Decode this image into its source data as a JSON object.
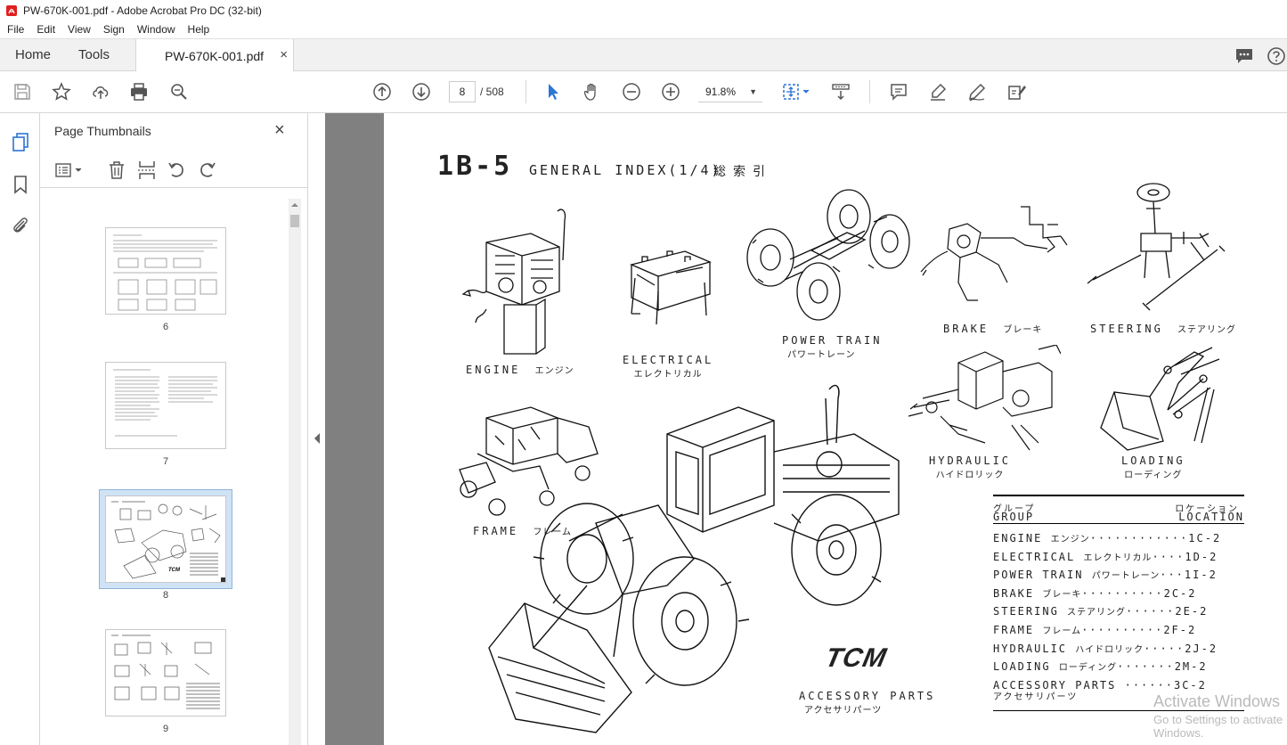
{
  "window": {
    "title": "PW-670K-001.pdf - Adobe Acrobat Pro DC (32-bit)"
  },
  "menu": [
    "File",
    "Edit",
    "View",
    "Sign",
    "Window",
    "Help"
  ],
  "tabs": {
    "home": "Home",
    "tools": "Tools",
    "document": "PW-670K-001.pdf",
    "close_glyph": "×"
  },
  "toolbar": {
    "current_page": "8",
    "total_pages": "/ 508",
    "zoom": "91.8%",
    "icons": [
      "save-icon",
      "bookmark-star-icon",
      "upload-icon",
      "print-icon",
      "zoom-search-icon",
      "page-up-icon",
      "page-down-icon",
      "select-arrow-icon",
      "hand-icon",
      "zoom-out-icon",
      "zoom-in-icon",
      "fit-page-icon",
      "scroll-mode-icon",
      "comment-icon",
      "highlight-icon",
      "draw-icon",
      "fill-sign-icon"
    ]
  },
  "thumbnails": {
    "title": "Page Thumbnails",
    "close_glyph": "×",
    "pages": [
      {
        "label": "6",
        "selected": false
      },
      {
        "label": "7",
        "selected": false
      },
      {
        "label": "8",
        "selected": true
      },
      {
        "label": "9",
        "selected": false
      }
    ]
  },
  "document": {
    "title": "1B-5",
    "subtitle": "GENERAL INDEX(1/4)",
    "subtitle_jp": "総索引",
    "components": [
      {
        "en": "ENGINE",
        "jp": "エンジン"
      },
      {
        "en": "ELECTRICAL",
        "jp": "エレクトリカル"
      },
      {
        "en": "POWER TRAIN",
        "jp": "パワートレーン"
      },
      {
        "en": "BRAKE",
        "jp": "ブレーキ"
      },
      {
        "en": "STEERING",
        "jp": "ステアリング"
      },
      {
        "en": "FRAME",
        "jp": "フレーム"
      },
      {
        "en": "HYDRAULIC",
        "jp": "ハイドロリック"
      },
      {
        "en": "LOADING",
        "jp": "ローディング"
      },
      {
        "en": "ACCESSORY PARTS",
        "jp": "アクセサリパーツ"
      }
    ],
    "brand": "TCM",
    "index_table": {
      "group_jp": "グループ",
      "group_en": "GROUP",
      "location_jp": "ロケーション",
      "location_en": "LOCATION",
      "rows": [
        {
          "en": "ENGINE",
          "jp": "エンジン",
          "dots": "············",
          "loc": "1C-2"
        },
        {
          "en": "ELECTRICAL",
          "jp": "エレクトリカル",
          "dots": "····",
          "loc": "1D-2"
        },
        {
          "en": "POWER TRAIN",
          "jp": "パワートレーン",
          "dots": "···",
          "loc": "1I-2"
        },
        {
          "en": "BRAKE",
          "jp": "ブレーキ",
          "dots": "··········",
          "loc": "2C-2"
        },
        {
          "en": "STEERING",
          "jp": "ステアリング",
          "dots": "······",
          "loc": "2E-2"
        },
        {
          "en": "FRAME",
          "jp": "フレーム",
          "dots": "··········",
          "loc": "2F-2"
        },
        {
          "en": "HYDRAULIC",
          "jp": "ハイドロリック",
          "dots": "·····",
          "loc": "2J-2"
        },
        {
          "en": "LOADING",
          "jp": "ローディング",
          "dots": "·······",
          "loc": "2M-2"
        },
        {
          "en": "ACCESSORY PARTS",
          "jp": "アクセサリパーツ",
          "dots": "······",
          "loc": "3C-2"
        }
      ]
    }
  },
  "watermark": {
    "line1": "Activate Windows",
    "line2": "Go to Settings to activate Windows."
  },
  "colors": {
    "tab_bar": "#f1f1f1",
    "doc_background": "#808080",
    "selected_thumb": "#cfe3f5",
    "accent_blue": "#2d75d6"
  }
}
